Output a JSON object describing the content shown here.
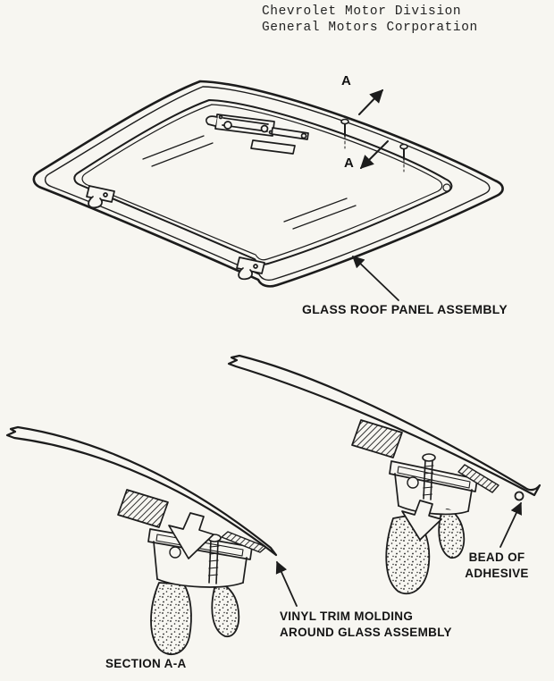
{
  "page": {
    "title": "Glass roof panel service illustration",
    "paper_color": "#f7f6f1",
    "ink_color": "#1c1c1c"
  },
  "header": {
    "line1": "Chevrolet Motor Division",
    "line2": "General Motors Corporation"
  },
  "section_marks": {
    "a_top": "A",
    "a_bottom": "A"
  },
  "labels": {
    "glass_roof": "GLASS ROOF PANEL ASSEMBLY",
    "bead_line1": "BEAD OF",
    "bead_line2": "ADHESIVE",
    "vinyl_line1": "VINYL TRIM MOLDING",
    "vinyl_line2": "AROUND GLASS ASSEMBLY",
    "section": "SECTION A-A"
  }
}
